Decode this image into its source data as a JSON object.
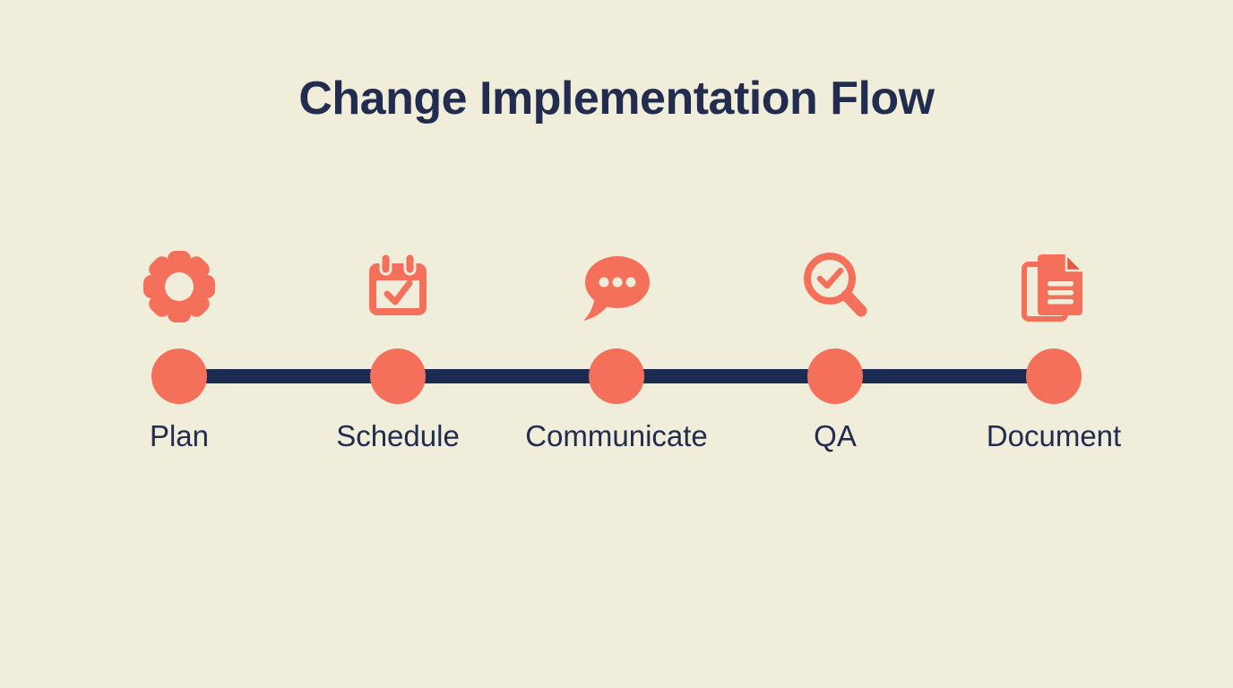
{
  "title": "Change Implementation Flow",
  "colors": {
    "background": "#F1EDDB",
    "accent": "#F4705A",
    "accent_dark": "#E05A43",
    "navy": "#212C4E",
    "line": "#1C2B52"
  },
  "steps": [
    {
      "label": "Plan",
      "icon": "gear-icon"
    },
    {
      "label": "Schedule",
      "icon": "calendar-check-icon"
    },
    {
      "label": "Communicate",
      "icon": "speech-bubble-icon"
    },
    {
      "label": "QA",
      "icon": "magnifier-check-icon"
    },
    {
      "label": "Document",
      "icon": "documents-icon"
    }
  ]
}
